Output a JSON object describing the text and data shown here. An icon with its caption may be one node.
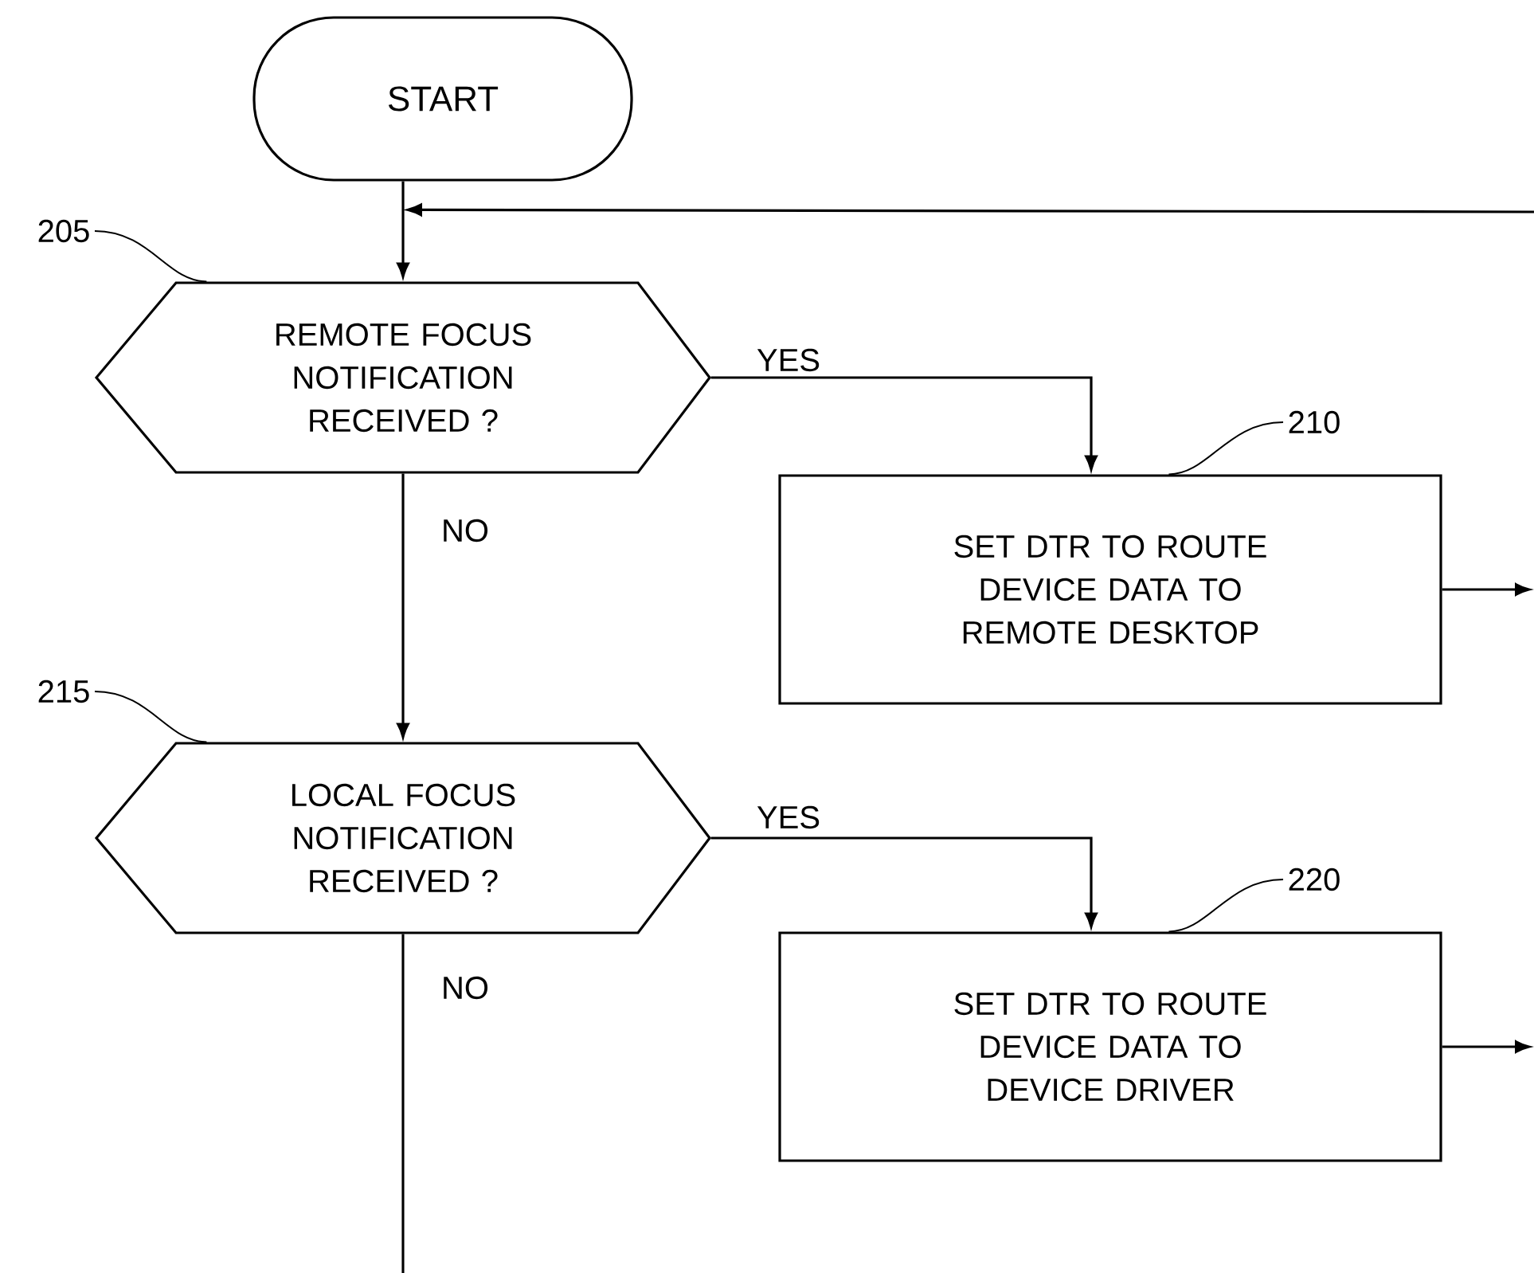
{
  "diagram": {
    "nodes": [
      {
        "text": [
          "START"
        ]
      },
      {
        "text": [
          "REMOTE FOCUS NOTIFICATION RECEIVED ?"
        ]
      },
      {
        "text": [
          "SET DTR TO ROUTE DEVICE DATA TO REMOTE DESKTOP"
        ]
      },
      {
        "text": [
          "LOCAL FOCUS NOTIFICATION RECEIVED ?"
        ]
      },
      {
        "text": [
          "SET DTR TO ROUTE DEVICE DATA TO DEVICE DRIVER"
        ]
      },
      {
        "text": [
          "205"
        ]
      },
      {
        "text": [
          "210"
        ]
      },
      {
        "text": [
          "215"
        ]
      },
      {
        "text": [
          "220"
        ]
      }
    ],
    "edges": [
      {
        "from": 0,
        "to": 1,
        "arrow": "to"
      },
      {
        "from": null,
        "to": 1,
        "arrow": "to"
      },
      {
        "from": 1,
        "to": 2,
        "arrow": "to",
        "label": "YES"
      },
      {
        "from": 1,
        "to": 3,
        "arrow": "to",
        "label": "NO"
      },
      {
        "from": 2,
        "to": null,
        "arrow": "to"
      },
      {
        "from": 3,
        "to": 4,
        "arrow": "to",
        "label": "YES"
      },
      {
        "from": 3,
        "to": null,
        "arrow": "none",
        "label": "NO"
      },
      {
        "from": 4,
        "to": null,
        "arrow": "to"
      },
      {
        "from": 5,
        "to": 1,
        "arrow": "none"
      },
      {
        "from": 6,
        "to": 2,
        "arrow": "none"
      },
      {
        "from": 7,
        "to": 3,
        "arrow": "none"
      },
      {
        "from": 8,
        "to": 4,
        "arrow": "none"
      }
    ]
  }
}
